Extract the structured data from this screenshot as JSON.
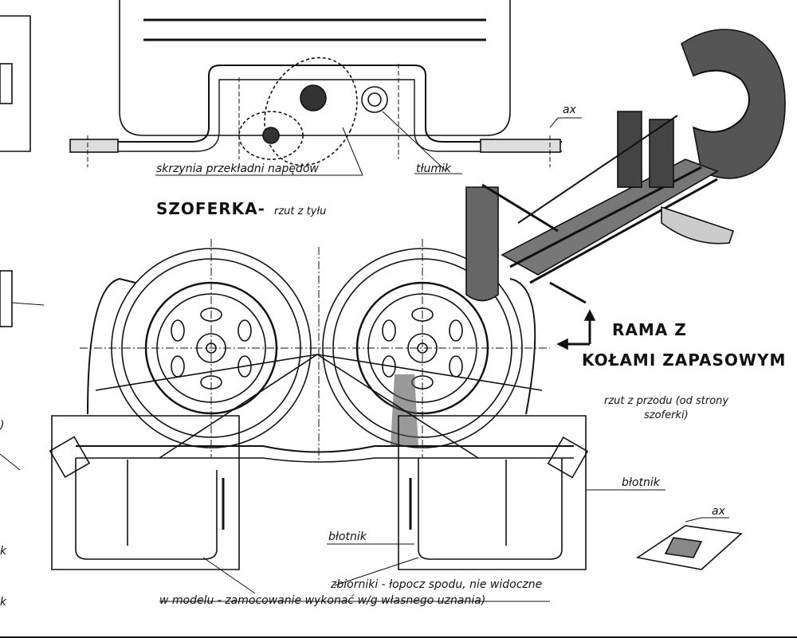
{
  "title_cab": "SZOFERKA-",
  "title_cab_sub": "rzut z tyłu",
  "title_frame_line1": "RAMA Z",
  "title_frame_line2": "KOŁAMI ZAPASOWYM",
  "frame_view_line1": "rzut z przodu (od strony",
  "frame_view_line2": "szoferki)",
  "label_gearbox": "skrzynia przekładni napędów",
  "label_muffler": "tłumik",
  "label_ax_top": "ax",
  "label_ax_bottom": "ax",
  "label_fender_right": "błotnik",
  "label_fender_center": "błotnik",
  "label_tanks_line1": "zbiorniki - łopocz spodu, nie widoczne",
  "label_tanks_line2": "w modelu - zamocowanie wykonać w/g własnego uznania)",
  "edge_k1": "k",
  "edge_k2": "k",
  "edge_paren": ")",
  "colors": {
    "ink": "#111111",
    "paper": "#ffffff"
  }
}
